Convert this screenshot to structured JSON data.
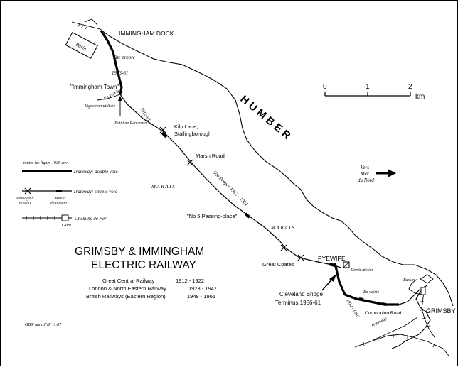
{
  "place_labels": {
    "immingham_dock": "IMMINGHAM DOCK",
    "basin": "Basin",
    "site_propre": "Site propre",
    "site_propre_years": "1913-61",
    "immingham_town": "\"Immingham Town\"",
    "en_voirie": "En voirie",
    "ligne_non_utilisee": "Ligne non utilisée",
    "point_de_renverser": "Point de Renverser",
    "line_years_1912_61": "1912-61",
    "kiln_lane": "Kiln Lane,",
    "stallingborough": "Stallingborough",
    "marsh_road": "Marsh Road",
    "marais_1": "M A R A I S",
    "marais_2": "M A R A I S",
    "site_propre_long": "Site Propre   1912 - 1961",
    "passing_place": "\"No 5 Passing-place\"",
    "great_coates": "Great Coates",
    "pyewipe": "PYEWIPE",
    "depot": "Dépôt atelier",
    "cleveland_bridge": "Cleveland Bridge",
    "cleveland_terminus": "Terminus 1956-61",
    "en_voirie_2": "En voirie",
    "years_1912_1956": "1912 - 1956",
    "corporation_road": "Corporation Road",
    "bassin_2": "Bassin",
    "grimsby": "GRIMSBY",
    "tramway": "Tramway",
    "humber": "H U M B E R",
    "vers_mer": [
      "Vers",
      "Mer",
      "du Nord"
    ]
  },
  "scale_bar": {
    "tick_0": "0",
    "tick_1": "1",
    "tick_2": "2",
    "unit": "km"
  },
  "legend": {
    "note": "toutes les lignes 1935 env",
    "double_track": "Tramway: double voie",
    "single_track": "Tramway: simple voie",
    "passage_a_niveau": [
      "Passage à",
      "niveau"
    ],
    "voie_evitement": [
      "Voie d'",
      "évitement"
    ],
    "railway": "Chemins de Fer",
    "gare": "Gare"
  },
  "title": {
    "line1": "GRIMSBY & IMMINGHAM",
    "line2": "ELECTRIC RAILWAY"
  },
  "ownership": [
    {
      "name": "Great Central Railway",
      "years": "1912 - 1922"
    },
    {
      "name": "London & North Eastern Railway",
      "years": "1923 - 1947"
    },
    {
      "name": "British Railways (Eastern Region)",
      "years": "1948 - 1961"
    }
  ],
  "credit": "GBS/ unm JHP 11.07"
}
